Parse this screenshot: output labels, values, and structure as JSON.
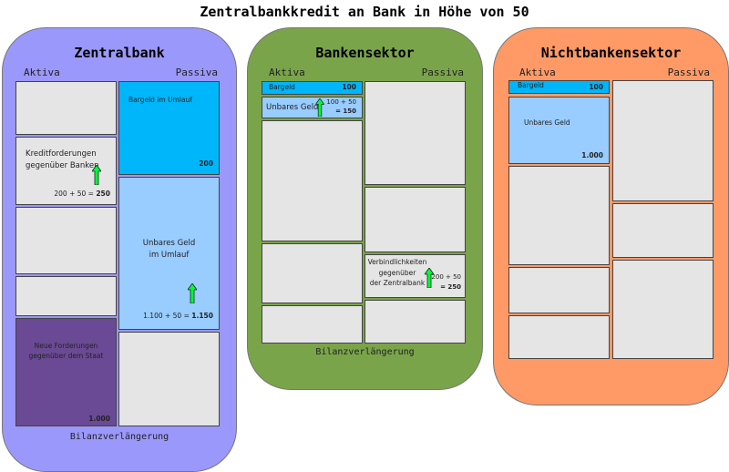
{
  "title": "Zentralbankkredit an Bank in Höhe von 50",
  "colors": {
    "zentralbank": "#9b98fc",
    "bankensektor": "#7aa44a",
    "nichtbanken": "#ff9a66",
    "bargeld": "#00b6fa",
    "unbares": "#99ccff",
    "staat": "#6a4a94",
    "empty": "#e5e5e5",
    "arrow": "#00ff33"
  },
  "common": {
    "aktiva": "Aktiva",
    "passiva": "Passiva",
    "footer": "Bilanzverlängerung"
  },
  "zentralbank": {
    "title": "Zentralbank",
    "kredit": {
      "label1": "Kreditforderungen",
      "label2": "gegenüber Banken",
      "calc": "200 + 50 = ",
      "result": "250",
      "arrow": "arrow-up-icon"
    },
    "staat": {
      "label1": "Neue Forderungen",
      "label2": "gegenüber dem Staat",
      "value": "1.000"
    },
    "bargeld": {
      "label": "Bargeld im Umlauf",
      "value": "200"
    },
    "unbares": {
      "label1": "Unbares Geld",
      "label2": "im Umlauf",
      "calc": "1.100 + 50 = ",
      "result": "1.150",
      "arrow": "arrow-up-icon"
    }
  },
  "bankensektor": {
    "title": "Bankensektor",
    "bargeld": {
      "label": "Bargeld",
      "value": "100"
    },
    "unbares": {
      "label": "Unbares Geld",
      "calc": "100 + 50",
      "result": "= 150",
      "arrow": "arrow-up-icon"
    },
    "verbindlichkeiten": {
      "label1": "Verbindlichkeiten",
      "label2": "gegenüber",
      "label3": "der Zentralbank",
      "calc": "200 + 50",
      "result": "= 250",
      "arrow": "arrow-up-icon"
    }
  },
  "nichtbanken": {
    "title": "Nichtbankensektor",
    "bargeld": {
      "label": "Bargeld",
      "value": "100"
    },
    "unbares": {
      "label": "Unbares Geld",
      "value": "1.000"
    }
  }
}
